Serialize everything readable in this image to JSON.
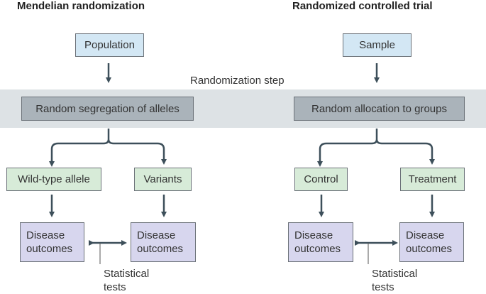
{
  "left": {
    "heading": "Mendelian randomization",
    "start": "Population",
    "randomize": "Random segregation of alleles",
    "branch_a": "Wild-type allele",
    "branch_b": "Variants",
    "outcome_a": "Disease outcomes",
    "outcome_b": "Disease outcomes",
    "tests": "Statistical tests"
  },
  "right": {
    "heading": "Randomized controlled trial",
    "start": "Sample",
    "randomize": "Random allocation to groups",
    "branch_a": "Control",
    "branch_b": "Treatment",
    "outcome_a": "Disease outcomes",
    "outcome_b": "Disease outcomes",
    "tests": "Statistical tests"
  },
  "band_label": "Randomization step",
  "colors": {
    "start_box": "#d3e7f4",
    "randomize_box": "#aab3ba",
    "branch_box": "#d7ebd8",
    "outcome_box": "#d7d6ee",
    "band": "#dde2e5",
    "connector": "#3d4f5a"
  }
}
